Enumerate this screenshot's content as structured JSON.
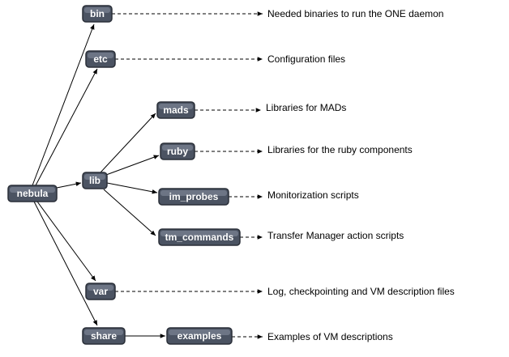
{
  "nodes": {
    "nebula": "nebula",
    "bin": "bin",
    "etc": "etc",
    "lib": "lib",
    "mads": "mads",
    "ruby": "ruby",
    "im_probes": "im_probes",
    "tm_commands": "tm_commands",
    "var": "var",
    "share": "share",
    "examples": "examples"
  },
  "descriptions": {
    "bin": "Needed binaries to run the ONE daemon",
    "etc": "Configuration files",
    "mads": "Libraries for MADs",
    "ruby": "Libraries for the ruby components",
    "im_probes": "Monitorization scripts",
    "tm_commands": "Transfer Manager action scripts",
    "var": "Log, checkpointing and VM description files",
    "examples": "Examples of VM descriptions"
  }
}
